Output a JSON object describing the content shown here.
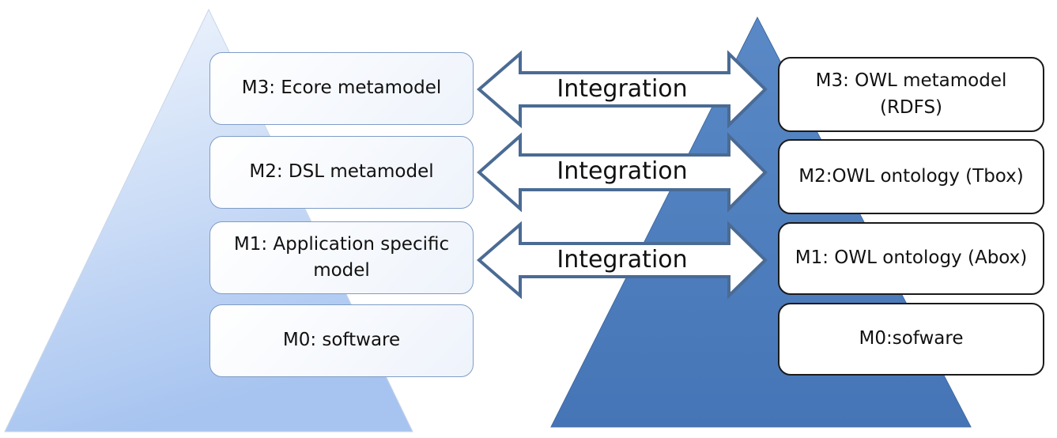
{
  "left_stack": {
    "levels": [
      {
        "label": "M3: Ecore metamodel"
      },
      {
        "label": "M2: DSL metamodel"
      },
      {
        "label": "M1: Application specific model"
      },
      {
        "label": "M0: software"
      }
    ]
  },
  "right_stack": {
    "levels": [
      {
        "label": "M3: OWL metamodel (RDFS)"
      },
      {
        "label": "M2:OWL ontology (Tbox)"
      },
      {
        "label": "M1: OWL ontology (Abox)"
      },
      {
        "label": "M0:sofware"
      }
    ]
  },
  "arrows": [
    {
      "label": "Integration"
    },
    {
      "label": "Integration"
    },
    {
      "label": "Integration"
    }
  ],
  "colors": {
    "left_triangle_top": "#f3f7fd",
    "left_triangle_bottom": "#a7c4f0",
    "right_triangle": "#4a7cbd",
    "arrow_stroke": "#4a6b94",
    "box_border_left": "#7f9dc6",
    "box_border_right": "#1a1a1a"
  }
}
